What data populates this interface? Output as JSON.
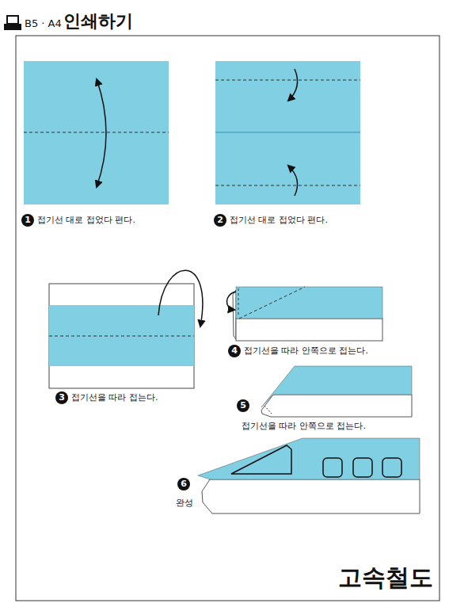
{
  "diagram": {
    "title": "고속철도",
    "labels": [
      "B5 · A4",
      "인쇄하기",
      "1",
      "접기선 대로 접었다 편다.",
      "2",
      "접기선 대로 접었다 편다.",
      "3",
      "접기선을 따라 접는다.",
      "4",
      "접기선을 따라 안쪽으로 접는다.",
      "5",
      "접기선을 따라 안쪽으로 접는다.",
      "6",
      "완성"
    ]
  }
}
